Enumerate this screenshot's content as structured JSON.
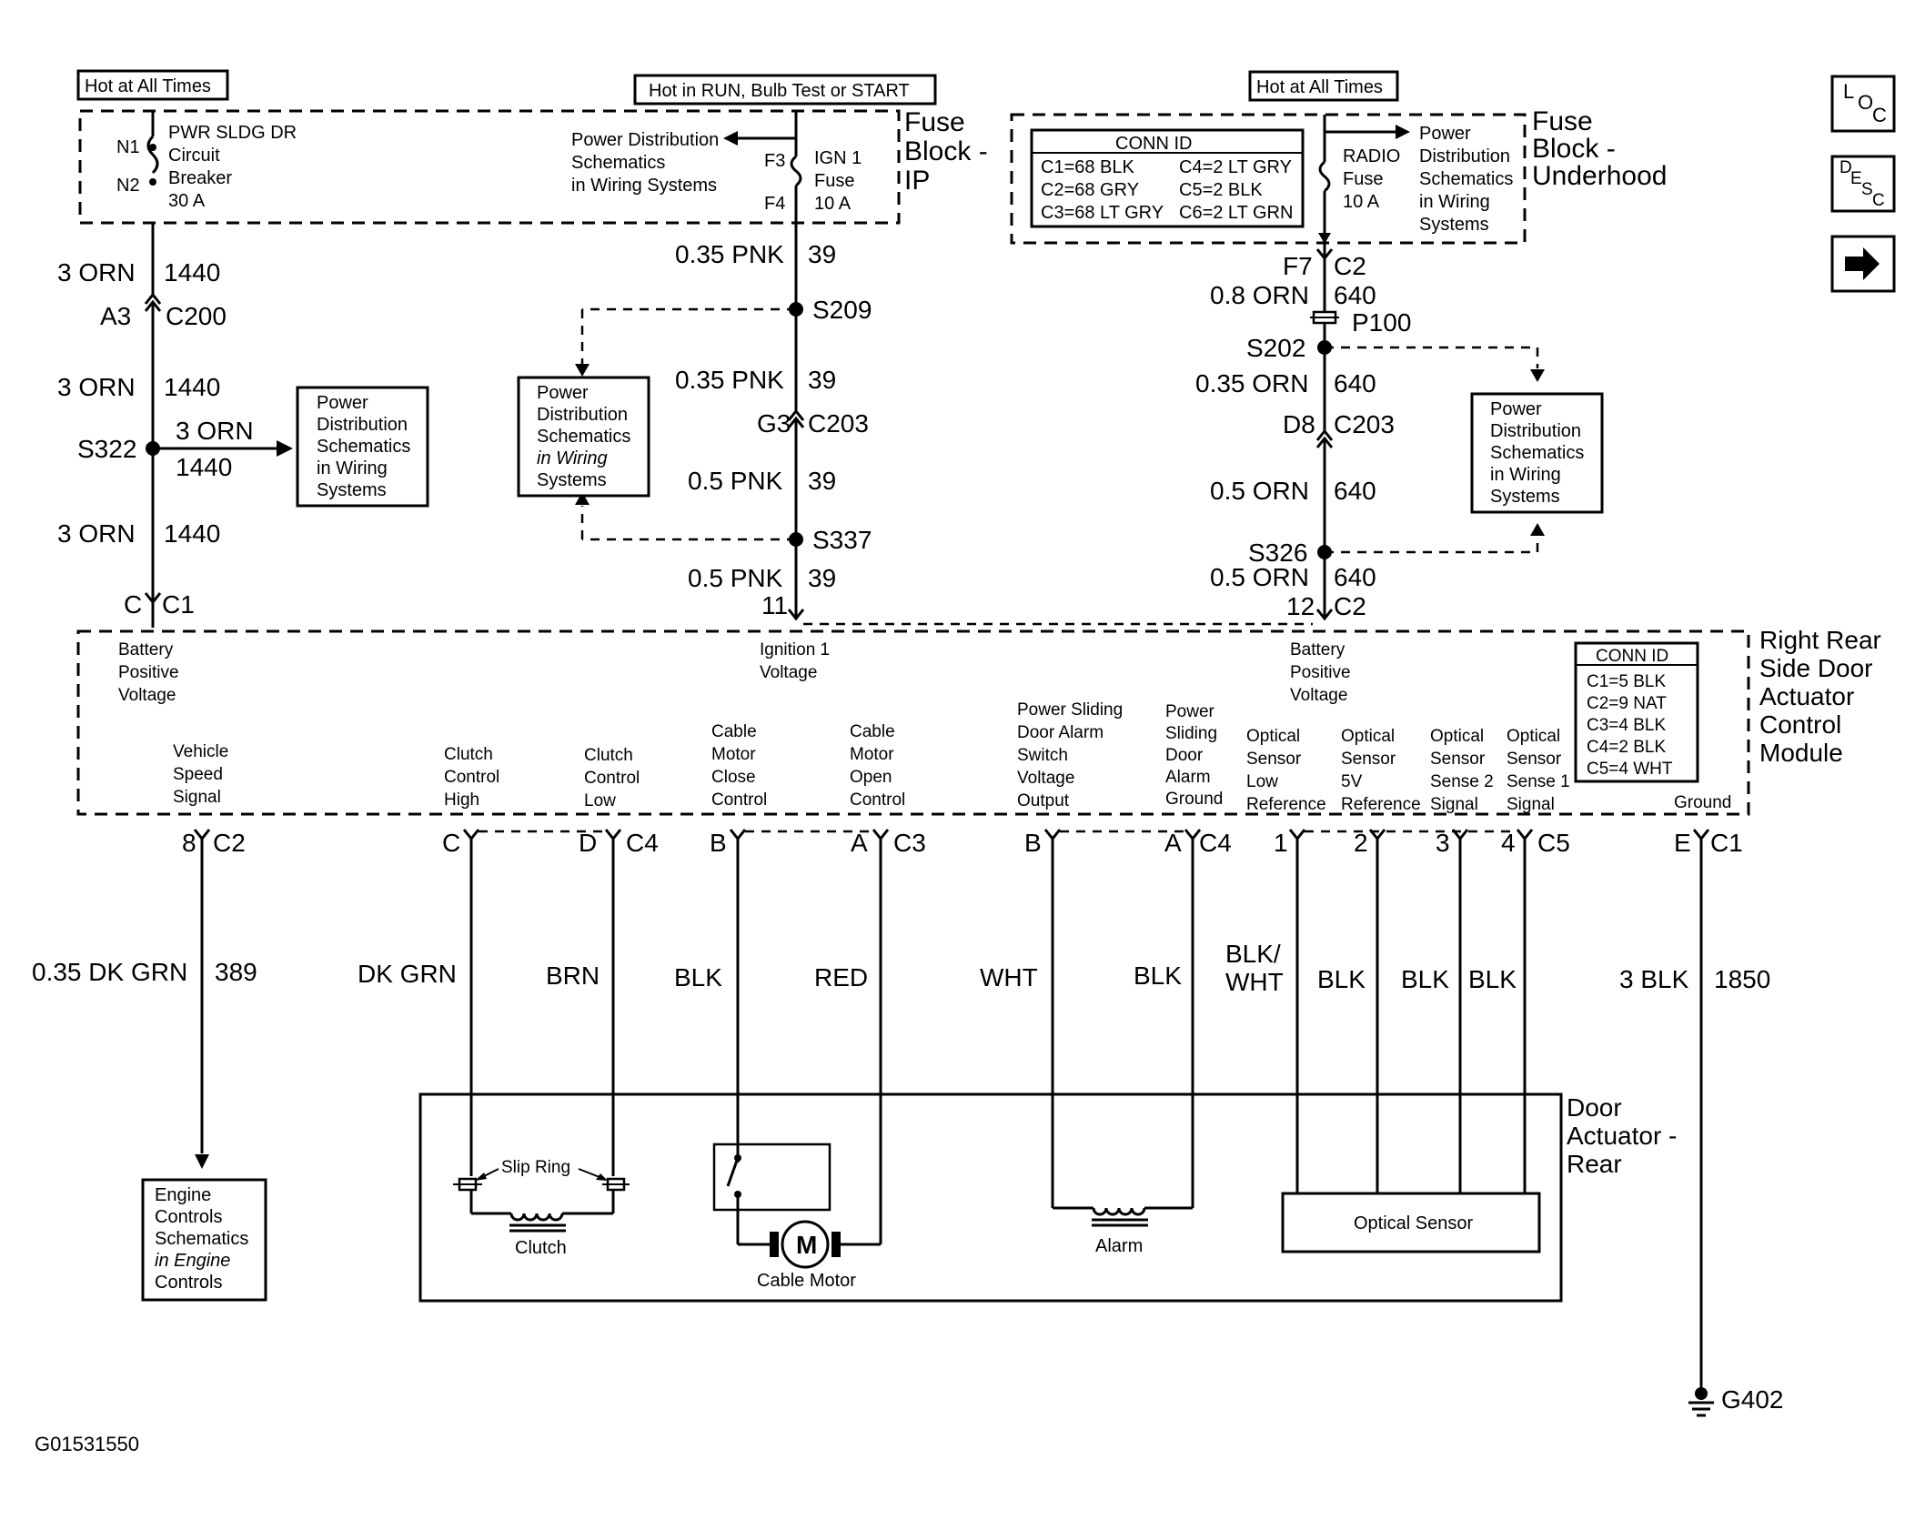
{
  "diagram_id": "G01531550",
  "nav": {
    "loc_main": "L",
    "loc_sub": "O",
    "loc_sub2": "C",
    "desc_main": "D",
    "desc_sub": "E",
    "desc_sub2": "S",
    "desc_sub3": "C",
    "next_icon": "arrow-right-icon"
  },
  "power_labels": {
    "hot_left": "Hot at All Times",
    "hot_center": "Hot in RUN, Bulb Test or START",
    "hot_right": "Hot at All Times"
  },
  "fuse_block_ip": {
    "title": [
      "Fuse",
      "Block -",
      "IP"
    ],
    "breaker_n1": "N1",
    "breaker_n2": "N2",
    "breaker_text": [
      "PWR SLDG DR",
      "Circuit",
      "Breaker",
      "30 A"
    ],
    "pd_text": [
      "Power Distribution",
      "Schematics",
      "in Wiring Systems"
    ],
    "fuse_f3": "F3",
    "fuse_f4": "F4",
    "fuse_text": [
      "IGN 1",
      "Fuse",
      "10 A"
    ]
  },
  "fuse_block_underhood": {
    "title": [
      "Fuse",
      "Block -",
      "Underhood"
    ],
    "conn_id_title": "CONN ID",
    "conn_id_left": [
      "C1=68 BLK",
      "C2=68 GRY",
      "C3=68 LT GRY"
    ],
    "conn_id_right": [
      "C4=2 LT GRY",
      "C5=2 BLK",
      "C6=2 LT GRN"
    ],
    "fuse_text": [
      "RADIO",
      "Fuse",
      "10 A"
    ],
    "pd_text": [
      "Power",
      "Distribution",
      "Schematics",
      "in Wiring",
      "Systems"
    ]
  },
  "left_circuit": {
    "wire1_size": "3 ORN",
    "wire1_num": "1440",
    "conn_pin": "A3",
    "conn_name": "C200",
    "wire2_size": "3 ORN",
    "wire2_num": "1440",
    "splice": "S322",
    "branch_size": "3 ORN",
    "branch_num": "1440",
    "wire3_size": "3 ORN",
    "wire3_num": "1440",
    "module_pin": "C",
    "module_conn": "C1",
    "pd_box": [
      "Power",
      "Distribution",
      "Schematics",
      "in Wiring",
      "Systems"
    ]
  },
  "center_circuit": {
    "wire1_size": "0.35 PNK",
    "wire1_num": "39",
    "splice1": "S209",
    "wire2_size": "0.35 PNK",
    "wire2_num": "39",
    "conn_pin": "G3",
    "conn_name": "C203",
    "wire3_size": "0.5 PNK",
    "wire3_num": "39",
    "splice2": "S337",
    "wire4_size": "0.5 PNK",
    "wire4_num": "39",
    "module_pin": "11",
    "pd_box": [
      "Power",
      "Distribution",
      "Schematics",
      "in Wiring",
      "Systems"
    ]
  },
  "right_circuit": {
    "fuse_pin": "F7",
    "fuse_conn": "C2",
    "wire1_size": "0.8 ORN",
    "wire1_num": "640",
    "pass_through": "P100",
    "splice1": "S202",
    "wire2_size": "0.35 ORN",
    "wire2_num": "640",
    "conn_pin": "D8",
    "conn_name": "C203",
    "wire3_size": "0.5 ORN",
    "wire3_num": "640",
    "splice2": "S326",
    "wire4_size": "0.5 ORN",
    "wire4_num": "640",
    "module_pin": "12",
    "module_conn": "C2",
    "pd_box": [
      "Power",
      "Distribution",
      "Schematics",
      "in Wiring",
      "Systems"
    ]
  },
  "module": {
    "title": [
      "Right Rear",
      "Side Door",
      "Actuator",
      "Control",
      "Module"
    ],
    "conn_id_title": "CONN ID",
    "conn_id": [
      "C1=5 BLK",
      "C2=9 NAT",
      "C3=4 BLK",
      "C4=2 BLK",
      "C5=4 WHT"
    ],
    "label_battery_left": [
      "Battery",
      "Positive",
      "Voltage"
    ],
    "label_ignition": [
      "Ignition 1",
      "Voltage"
    ],
    "label_battery_right": [
      "Battery",
      "Positive",
      "Voltage"
    ],
    "label_vss": [
      "Vehicle",
      "Speed",
      "Signal"
    ],
    "label_clutch_high": [
      "Clutch",
      "Control",
      "High"
    ],
    "label_clutch_low": [
      "Clutch",
      "Control",
      "Low"
    ],
    "label_cable_close": [
      "Cable",
      "Motor",
      "Close",
      "Control"
    ],
    "label_cable_open": [
      "Cable",
      "Motor",
      "Open",
      "Control"
    ],
    "label_alarm_output": [
      "Power Sliding",
      "Door Alarm",
      "Switch",
      "Voltage",
      "Output"
    ],
    "label_alarm_ground": [
      "Power",
      "Sliding",
      "Door",
      "Alarm",
      "Ground"
    ],
    "label_opt_low": [
      "Optical",
      "Sensor",
      "Low",
      "Reference"
    ],
    "label_opt_5v": [
      "Optical",
      "Sensor",
      "5V",
      "Reference"
    ],
    "label_opt_s2": [
      "Optical",
      "Sensor",
      "Sense 2",
      "Signal"
    ],
    "label_opt_s1": [
      "Optical",
      "Sensor",
      "Sense 1",
      "Signal"
    ],
    "label_ground": "Ground"
  },
  "bottom_pins": {
    "vss_pin": "8",
    "vss_conn": "C2",
    "c4a_pin_c": "C",
    "c4a_pin_d": "D",
    "c4a_conn": "C4",
    "c3_pin_b": "B",
    "c3_pin_a": "A",
    "c3_conn": "C3",
    "c4b_pin_b": "B",
    "c4b_pin_a": "A",
    "c4b_conn": "C4",
    "c5_pin_1": "1",
    "c5_pin_2": "2",
    "c5_pin_3": "3",
    "c5_pin_4": "4",
    "c5_conn": "C5",
    "gnd_pin": "E",
    "gnd_conn": "C1"
  },
  "bottom_wires": {
    "vss_size": "0.35 DK GRN",
    "vss_num": "389",
    "clutch_high": "DK GRN",
    "clutch_low": "BRN",
    "cable_close": "BLK",
    "cable_open": "RED",
    "alarm_out": "WHT",
    "alarm_gnd": "BLK",
    "opt_low_1": "BLK/",
    "opt_low_2": "WHT",
    "opt_5v": "BLK",
    "opt_s2": "BLK",
    "opt_s1": "BLK",
    "gnd_size": "3 BLK",
    "gnd_num": "1850",
    "ground_point": "G402"
  },
  "engine_box": [
    "Engine",
    "Controls",
    "Schematics",
    "in Engine",
    "Controls"
  ],
  "door_actuator": {
    "title": [
      "Door",
      "Actuator -",
      "Rear"
    ],
    "slip_ring": "Slip Ring",
    "clutch": "Clutch",
    "motor_symbol": "M",
    "cable_motor": "Cable Motor",
    "alarm": "Alarm",
    "optical_sensor": "Optical Sensor"
  }
}
